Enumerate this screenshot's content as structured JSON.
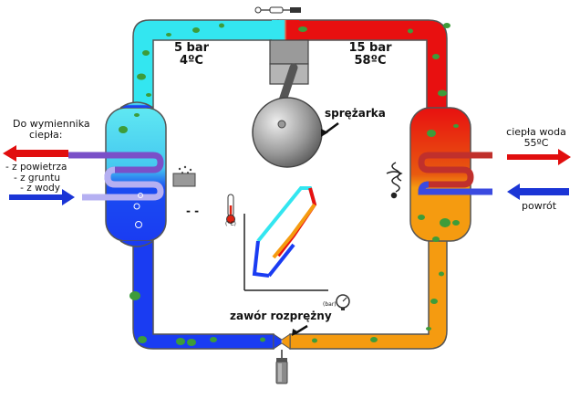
{
  "labels": {
    "low_pressure": "5 bar",
    "low_temp": "4ºC",
    "high_pressure": "15 bar",
    "high_temp": "58ºC",
    "compressor": "sprężarka",
    "expansion_valve": "zawór rozprężny",
    "source_title_1": "Do wymiennika",
    "source_title_2": "ciepła:",
    "source_air": "- z powietrza",
    "source_ground": "- z gruntu",
    "source_water": "- z wody",
    "hot_water_1": "ciepła woda",
    "hot_water_2": "55ºC",
    "return": "powrót",
    "unit_temp": "(°C)",
    "unit_pressure": "(bar)",
    "dashes": "-  -"
  },
  "colors": {
    "cold_blue": "#1a3cf2",
    "cyan": "#33e6f0",
    "hot_red": "#e81010",
    "orange": "#f59b10",
    "purple_coil": "#7a50c8",
    "light_coil": "#a9a5f0",
    "green_bubble": "#3d9c3a",
    "outline": "#444444",
    "arrow_red": "#e10e0e",
    "arrow_blue": "#1b35d6",
    "grey_cylinder": "#8a8a8a"
  },
  "icons": [
    "thermometer-icon",
    "pressure-gauge-icon",
    "heating-coil-icon",
    "fan-radiator-icon",
    "valve-tool-icon",
    "thermo-probe-icon"
  ]
}
